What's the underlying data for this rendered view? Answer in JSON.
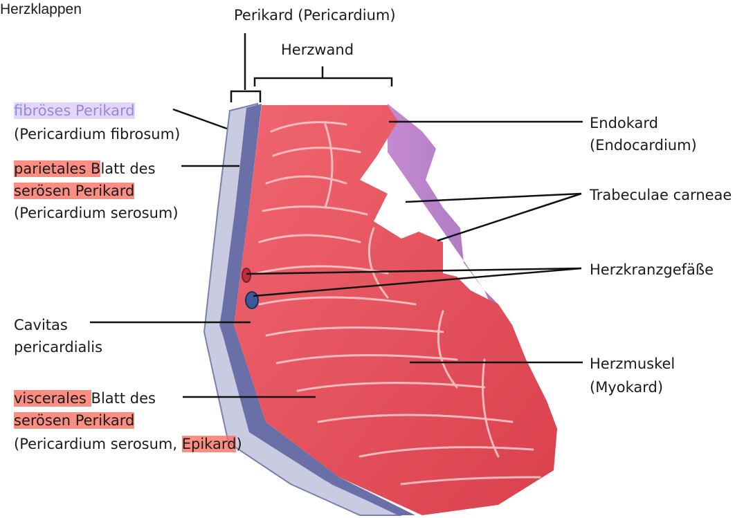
{
  "corner_title": "Herzklappen",
  "top": {
    "perikard": "Perikard (Pericardium)",
    "herzwand": "Herzwand"
  },
  "left": {
    "fibroes_hl": "fibröses Perikard",
    "fibroes_sub": "(Pericardium fibrosum)",
    "parietal_hl": "parietales B",
    "parietal_rest": "latt des",
    "parietal_line2_hl": "serösen Perikard",
    "parietal_line3": "(Pericardium serosum)",
    "cavitas_line1": "Cavitas",
    "cavitas_line2": "pericardialis",
    "visceral_hl": "viscerales ",
    "visceral_rest": "Blatt des",
    "visceral_line2_hl": "serösen Perikard",
    "visceral_line3_a": "(Pericardium serosum, ",
    "visceral_line3_hl": "Epikard",
    "visceral_line3_b": ")"
  },
  "right": {
    "endokard_1": "Endokard",
    "endokard_2": "(Endocardium)",
    "trabeculae": "Trabeculae carneae",
    "herzkranz": "Herzkranzgefäße",
    "herzmuskel_1": "Herzmuskel",
    "herzmuskel_2": "(Myokard)"
  },
  "colors": {
    "muscle": "#e8505a",
    "muscle_light": "#f7a0a6",
    "endocardium": "#b57fc4",
    "pericardium": "#6b6fa8",
    "highlight_red": "#fa6e5f",
    "highlight_purple": "#cdbef5"
  }
}
